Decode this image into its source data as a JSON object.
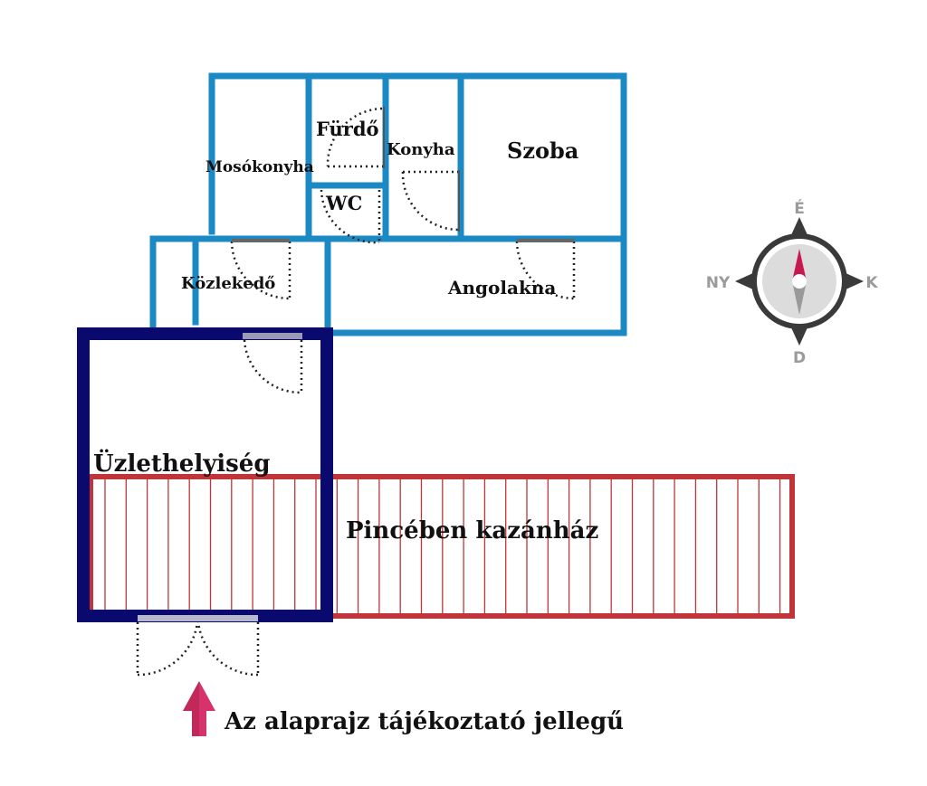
{
  "rooms": {
    "mosokonyha": "Mosókonyha",
    "furdo": "Fürdő",
    "wc": "WC",
    "konyha": "Konyha",
    "szoba": "Szoba",
    "kozlekedo": "Közlekedő",
    "angolakna": "Angolakna",
    "uzlethelyiseg": "Üzlethelyiség",
    "pince": "Pincében kazánház"
  },
  "compass": {
    "north": "É",
    "east": "K",
    "south": "D",
    "west": "NY"
  },
  "note": "Az alaprajz tájékoztató jellegű",
  "colors": {
    "upper_walls": "#1b8ac4",
    "shop_walls": "#0a0a6e",
    "basement_walls": "#c0353a",
    "compass_dark": "#3a3a3a",
    "compass_needle": "#c8184f",
    "arrow": "#d6336c"
  }
}
